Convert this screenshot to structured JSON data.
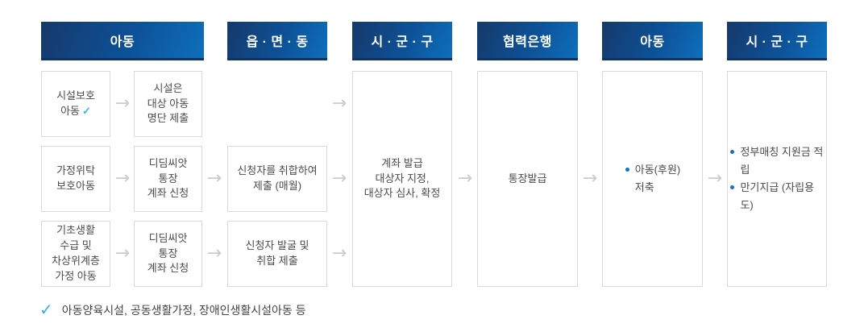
{
  "headers": [
    "아동",
    "읍 · 면 · 동",
    "시 · 군 · 구",
    "협력은행",
    "아동",
    "시 · 군 · 구"
  ],
  "boxes": {
    "facility_child": "시설보호\n아동",
    "facility_submit_roster": "시설은\n대상 아동\n명단 제출",
    "foster_care_child": "가정위탁\n보호아동",
    "didim_account_apply_1": "디딤씨앗\n통장\n계좌 신청",
    "basic_livelihood_child": "기초생활\n수급 및\n차상위계층\n가정 아동",
    "didim_account_apply_2": "디딤씨앗\n통장\n계좌 신청",
    "collect_submit_monthly": "신청자를 취합하여\n제출 (매월)",
    "discover_collect_submit": "신청자 발굴 및\n취합 제출",
    "account_issue_review": "계좌 발급\n대상자 지정,\n대상자 심사, 확정",
    "passbook_issue": "통장발급",
    "child_savings_items": [
      "아동(후원)\n저축"
    ],
    "sigungu_final_items": [
      "정부매칭 지원금 적립",
      "만기지급 (자립용도)"
    ]
  },
  "icons": {
    "arrow": "→",
    "check": "✓"
  },
  "footnote": {
    "text": "아동양육시설, 공동생활가정, 장애인생활시설아동 등"
  },
  "colors": {
    "header_gradient_start": "#16396a",
    "header_gradient_end": "#0f6fbc",
    "header_bottom_border": "#0c3468",
    "box_border": "#d9d9d9",
    "box_text": "#4b4b4b",
    "arrow": "#c9cccf",
    "bullet_blue": "#1c6fc4",
    "check_cyan": "#31b1e3"
  }
}
